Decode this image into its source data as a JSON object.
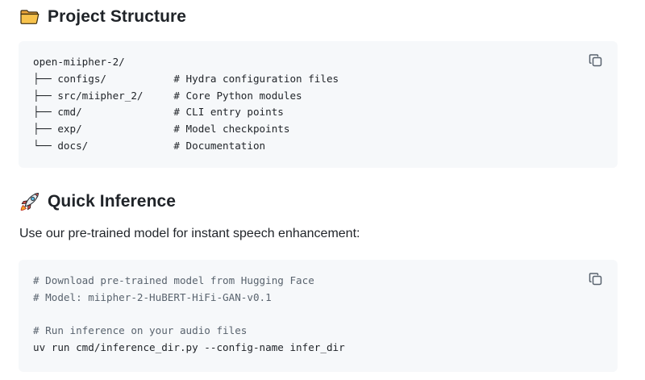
{
  "section_structure": {
    "title": "Project Structure",
    "icon": "folder-icon",
    "code_lines": [
      "open-miipher-2/",
      "├── configs/           # Hydra configuration files",
      "├── src/miipher_2/     # Core Python modules",
      "├── cmd/               # CLI entry points",
      "├── exp/               # Model checkpoints",
      "└── docs/              # Documentation"
    ],
    "copy_icon": "copy-icon"
  },
  "section_inference": {
    "title": "Quick Inference",
    "icon": "rocket-icon",
    "description": "Use our pre-trained model for instant speech enhancement:",
    "code_lines": [
      "# Download pre-trained model from Hugging Face",
      "# Model: miipher-2-HuBERT-HiFi-GAN-v0.1",
      "",
      "# Run inference on your audio files",
      "uv run cmd/inference_dir.py --config-name infer_dir"
    ],
    "copy_icon": "copy-icon"
  },
  "colors": {
    "text": "#1f2328",
    "code_bg": "#f6f8fa",
    "comment": "#59636e",
    "icon": "#59636e"
  }
}
